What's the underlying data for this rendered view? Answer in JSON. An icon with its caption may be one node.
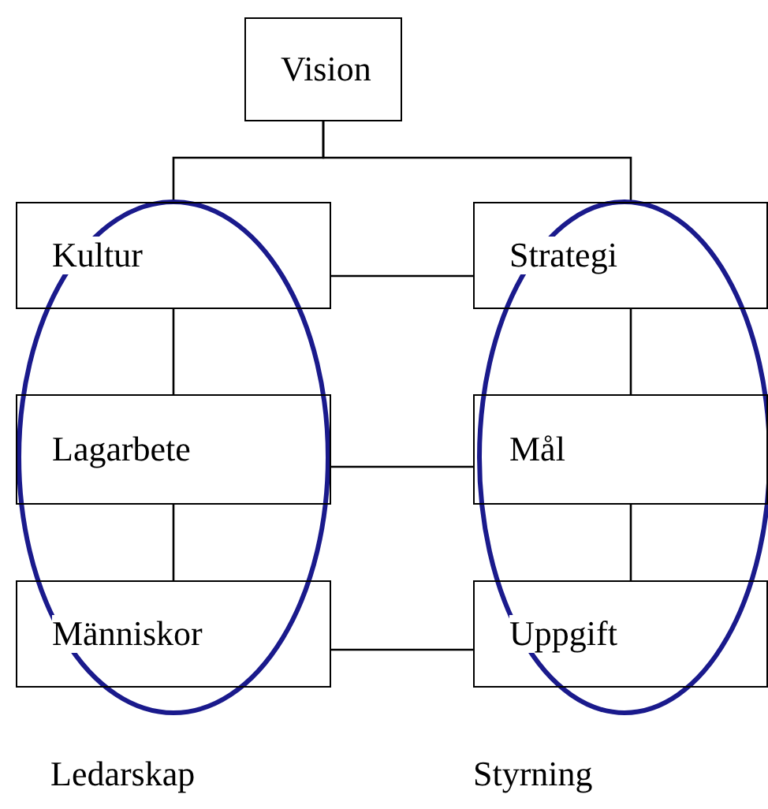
{
  "diagram": {
    "nodes": [
      {
        "text": [
          "Vision"
        ]
      },
      {
        "text": [
          "Kultur"
        ]
      },
      {
        "text": [
          "Strategi"
        ]
      },
      {
        "text": [
          "Lagarbete"
        ]
      },
      {
        "text": [
          "Mål"
        ]
      },
      {
        "text": [
          "Människor"
        ]
      },
      {
        "text": [
          "Uppgift"
        ]
      }
    ],
    "edges": [
      {
        "from": 0,
        "to": 1,
        "arrow": "none"
      },
      {
        "from": 0,
        "to": 2,
        "arrow": "none"
      },
      {
        "from": 1,
        "to": 3,
        "arrow": "none"
      },
      {
        "from": 3,
        "to": 5,
        "arrow": "none"
      },
      {
        "from": 2,
        "to": 4,
        "arrow": "none"
      },
      {
        "from": 4,
        "to": 6,
        "arrow": "none"
      },
      {
        "from": 1,
        "to": 2,
        "arrow": "none"
      },
      {
        "from": 3,
        "to": 4,
        "arrow": "none"
      },
      {
        "from": 5,
        "to": 6,
        "arrow": "none"
      }
    ],
    "labels": [
      "Ledarskap",
      "Styrning"
    ]
  }
}
